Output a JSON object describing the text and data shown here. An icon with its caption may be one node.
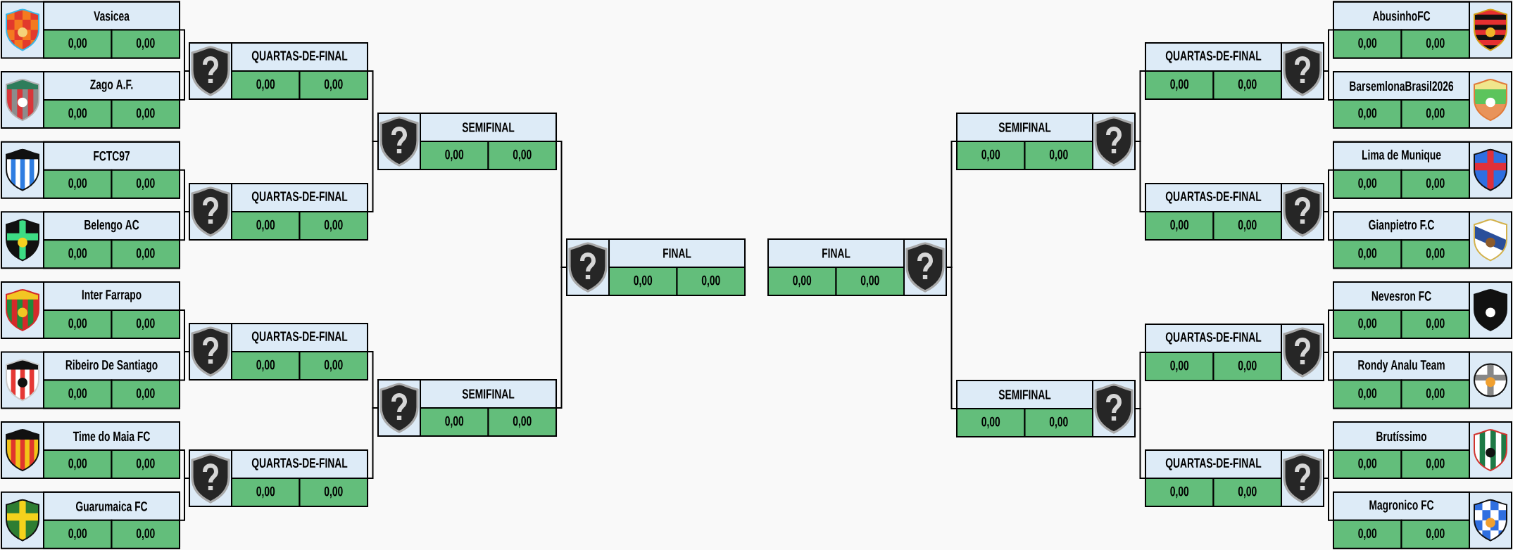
{
  "diagram": {
    "nodes": [
      {
        "text": [
          "Vasicea",
          "0,00",
          "0,00"
        ]
      },
      {
        "text": [
          "Zago A.F.",
          "0,00",
          "0,00"
        ]
      },
      {
        "text": [
          "FCTC97",
          "0,00",
          "0,00"
        ]
      },
      {
        "text": [
          "Belengo AC",
          "0,00",
          "0,00"
        ]
      },
      {
        "text": [
          "Inter Farrapo",
          "0,00",
          "0,00"
        ]
      },
      {
        "text": [
          "Ribeiro De Santiago",
          "0,00",
          "0,00"
        ]
      },
      {
        "text": [
          "Time do Maia FC",
          "0,00",
          "0,00"
        ]
      },
      {
        "text": [
          "Guarumaica FC",
          "0,00",
          "0,00"
        ]
      },
      {
        "text": [
          "QUARTAS-DE-FINAL",
          "0,00",
          "0,00"
        ]
      },
      {
        "text": [
          "QUARTAS-DE-FINAL",
          "0,00",
          "0,00"
        ]
      },
      {
        "text": [
          "QUARTAS-DE-FINAL",
          "0,00",
          "0,00"
        ]
      },
      {
        "text": [
          "QUARTAS-DE-FINAL",
          "0,00",
          "0,00"
        ]
      },
      {
        "text": [
          "SEMIFINAL",
          "0,00",
          "0,00"
        ]
      },
      {
        "text": [
          "SEMIFINAL",
          "0,00",
          "0,00"
        ]
      },
      {
        "text": [
          "FINAL",
          "0,00",
          "0,00"
        ]
      },
      {
        "text": [
          "FINAL",
          "0,00",
          "0,00"
        ]
      },
      {
        "text": [
          "SEMIFINAL",
          "0,00",
          "0,00"
        ]
      },
      {
        "text": [
          "SEMIFINAL",
          "0,00",
          "0,00"
        ]
      },
      {
        "text": [
          "QUARTAS-DE-FINAL",
          "0,00",
          "0,00"
        ]
      },
      {
        "text": [
          "QUARTAS-DE-FINAL",
          "0,00",
          "0,00"
        ]
      },
      {
        "text": [
          "QUARTAS-DE-FINAL",
          "0,00",
          "0,00"
        ]
      },
      {
        "text": [
          "QUARTAS-DE-FINAL",
          "0,00",
          "0,00"
        ]
      },
      {
        "text": [
          "AbusinhoFC",
          "0,00",
          "0,00"
        ]
      },
      {
        "text": [
          "BarsemlonaBrasil2026",
          "0,00",
          "0,00"
        ]
      },
      {
        "text": [
          "Lima de Munique",
          "0,00",
          "0,00"
        ]
      },
      {
        "text": [
          "Gianpietro F.C",
          "0,00",
          "0,00"
        ]
      },
      {
        "text": [
          "Nevesron FC",
          "0,00",
          "0,00"
        ]
      },
      {
        "text": [
          "Rondy Analu Team",
          "0,00",
          "0,00"
        ]
      },
      {
        "text": [
          "Brutíssimo",
          "0,00",
          "0,00"
        ]
      },
      {
        "text": [
          "Magronico FC",
          "0,00",
          "0,00"
        ]
      }
    ],
    "edges": [
      {
        "from": 0,
        "to": 8,
        "arrow": "none"
      },
      {
        "from": 1,
        "to": 8,
        "arrow": "none"
      },
      {
        "from": 2,
        "to": 9,
        "arrow": "none"
      },
      {
        "from": 3,
        "to": 9,
        "arrow": "none"
      },
      {
        "from": 4,
        "to": 10,
        "arrow": "none"
      },
      {
        "from": 5,
        "to": 10,
        "arrow": "none"
      },
      {
        "from": 6,
        "to": 11,
        "arrow": "none"
      },
      {
        "from": 7,
        "to": 11,
        "arrow": "none"
      },
      {
        "from": 8,
        "to": 12,
        "arrow": "none"
      },
      {
        "from": 9,
        "to": 12,
        "arrow": "none"
      },
      {
        "from": 10,
        "to": 13,
        "arrow": "none"
      },
      {
        "from": 11,
        "to": 13,
        "arrow": "none"
      },
      {
        "from": 12,
        "to": 14,
        "arrow": "none"
      },
      {
        "from": 13,
        "to": 14,
        "arrow": "none"
      },
      {
        "from": 22,
        "to": 18,
        "arrow": "none"
      },
      {
        "from": 23,
        "to": 18,
        "arrow": "none"
      },
      {
        "from": 24,
        "to": 19,
        "arrow": "none"
      },
      {
        "from": 25,
        "to": 19,
        "arrow": "none"
      },
      {
        "from": 26,
        "to": 20,
        "arrow": "none"
      },
      {
        "from": 27,
        "to": 20,
        "arrow": "none"
      },
      {
        "from": 28,
        "to": 21,
        "arrow": "none"
      },
      {
        "from": 29,
        "to": 21,
        "arrow": "none"
      },
      {
        "from": 18,
        "to": 16,
        "arrow": "none"
      },
      {
        "from": 19,
        "to": 16,
        "arrow": "none"
      },
      {
        "from": 20,
        "to": 17,
        "arrow": "none"
      },
      {
        "from": 21,
        "to": 17,
        "arrow": "none"
      },
      {
        "from": 16,
        "to": 15,
        "arrow": "none"
      },
      {
        "from": 17,
        "to": 15,
        "arrow": "none"
      }
    ]
  }
}
